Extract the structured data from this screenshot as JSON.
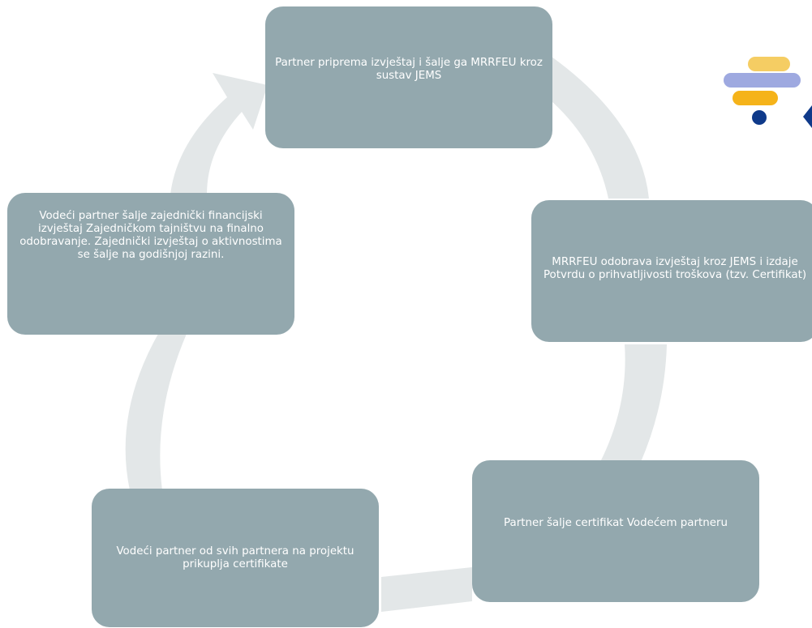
{
  "diagram": {
    "steps": [
      {
        "text": "Partner priprema izvještaj i šalje ga MRRFEU kroz sustav JEMS"
      },
      {
        "text": "MRRFEU odobrava izvještaj kroz JEMS i izdaje Potvrdu o prihvatljivosti troškova (tzv. Certifikat)"
      },
      {
        "text": "Partner šalje certifikat Vodećem partneru"
      },
      {
        "text": "Vodeći partner od svih partnera na projektu prikuplja certifikate"
      },
      {
        "text": "Vodeći partner šalje zajednički financijski izvještaj Zajedničkom tajništvu na finalno odobravanje. Zajednički izvještaj o aktivnostima se šalje na godišnjoj razini."
      }
    ],
    "colors": {
      "box_fill": "#93a8ae",
      "box_text": "#ffffff",
      "arrow_fill": "#e3e7e8"
    }
  },
  "logo": {
    "colors": {
      "bar_top": "#f5cd63",
      "bar_middle": "#9ea9e0",
      "bar_bottom": "#f5b31a",
      "dot": "#0f3a8a"
    }
  }
}
